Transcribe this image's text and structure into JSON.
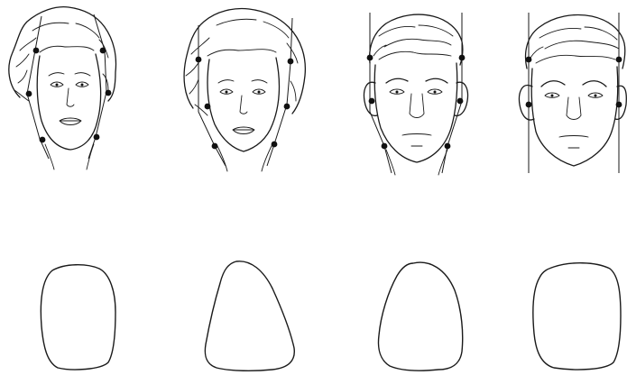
{
  "figure": {
    "ink_color": "#1a1a1a",
    "background_color": "#ffffff",
    "panels": [
      {
        "face": "woman-oval-face",
        "tooth": "oval-tooth"
      },
      {
        "face": "woman-triangular-face",
        "tooth": "triangular-tooth"
      },
      {
        "face": "man-tapering-face",
        "tooth": "tapering-tooth"
      },
      {
        "face": "man-square-face",
        "tooth": "square-tooth"
      }
    ]
  }
}
